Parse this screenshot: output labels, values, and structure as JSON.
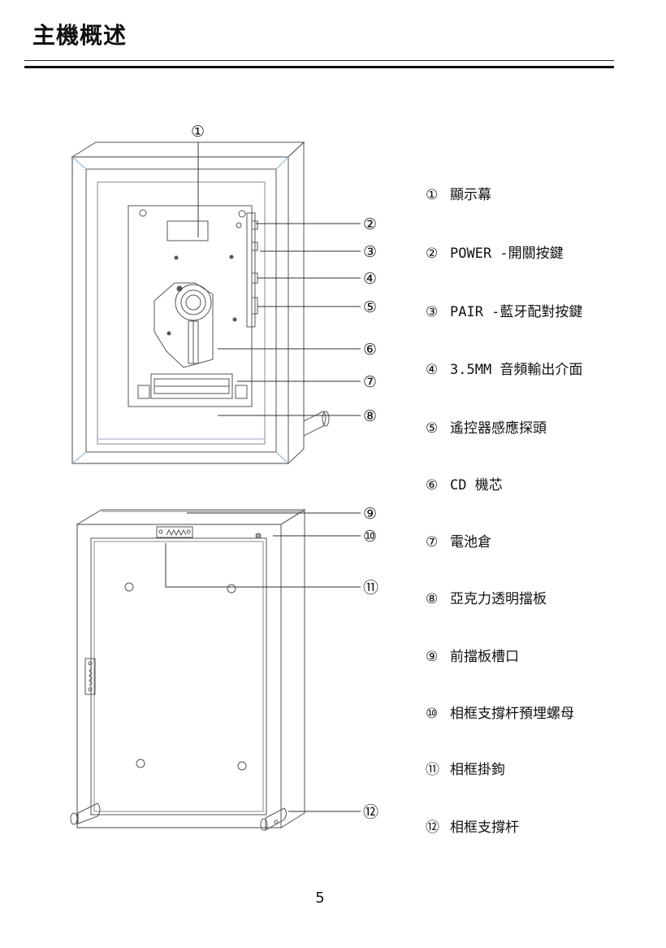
{
  "header": {
    "title": "主機概述"
  },
  "callouts": {
    "c1": "①",
    "c2": "②",
    "c3": "③",
    "c4": "④",
    "c5": "⑤",
    "c6": "⑥",
    "c7": "⑦",
    "c8": "⑧",
    "c9": "⑨",
    "c10": "⑩",
    "c11": "⑪",
    "c12": "⑫"
  },
  "legend": [
    {
      "num": "①",
      "label": "顯示幕"
    },
    {
      "num": "②",
      "label": "POWER  -開關按鍵"
    },
    {
      "num": "③",
      "label": "PAIR  -藍牙配對按鍵"
    },
    {
      "num": "④",
      "label": "3.5MM 音頻輸出介面"
    },
    {
      "num": "⑤",
      "label": "遙控器感應探頭"
    },
    {
      "num": "⑥",
      "label": "CD 機芯"
    },
    {
      "num": "⑦",
      "label": "電池倉"
    },
    {
      "num": "⑧",
      "label": "亞克力透明擋板"
    },
    {
      "num": "⑨",
      "label": "前擋板槽口"
    },
    {
      "num": "⑩",
      "label": "相框支撐杆預埋螺母"
    },
    {
      "num": "⑪",
      "label": "相框掛鉤"
    },
    {
      "num": "⑫",
      "label": "相框支撐杆"
    }
  ],
  "footer": {
    "page_number": "5"
  }
}
